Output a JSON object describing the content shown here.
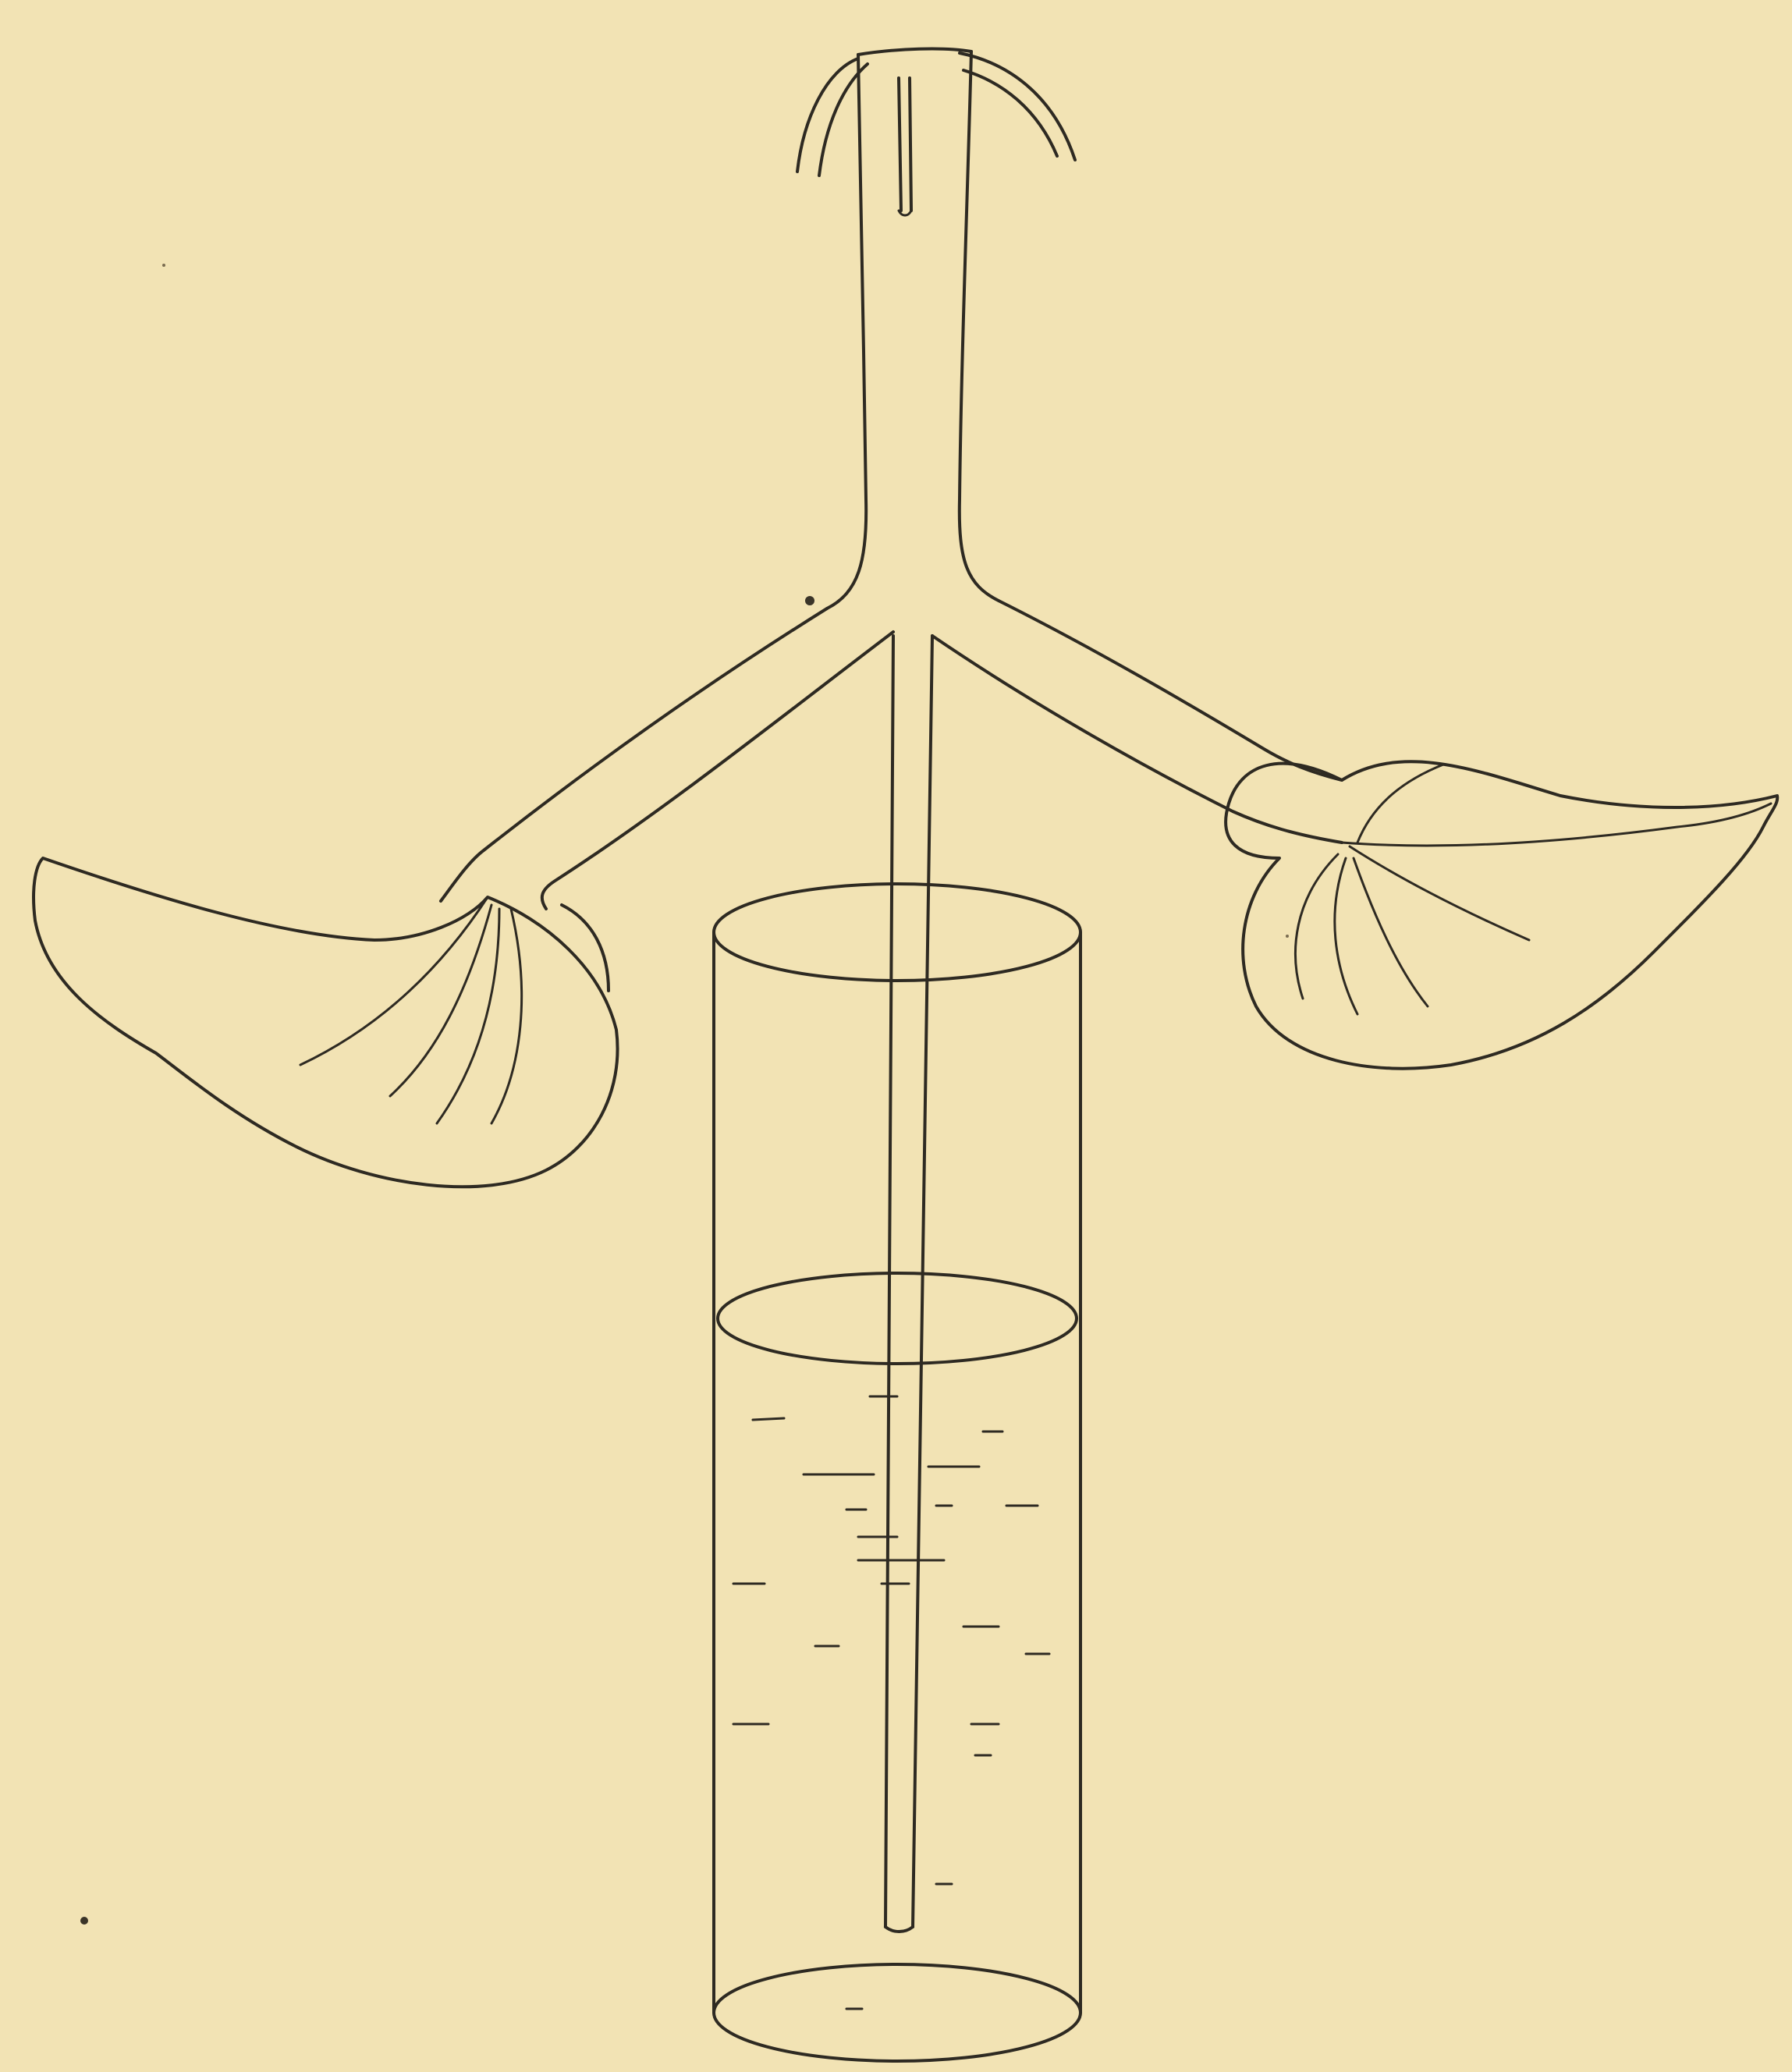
{
  "figure": {
    "type": "line-drawing",
    "background_color": "#f2e3b4",
    "ink_color": "#2e2a22",
    "parts": [
      "stem",
      "left-leaf",
      "right-leaf",
      "glass-cylinder",
      "water",
      "tube"
    ]
  }
}
